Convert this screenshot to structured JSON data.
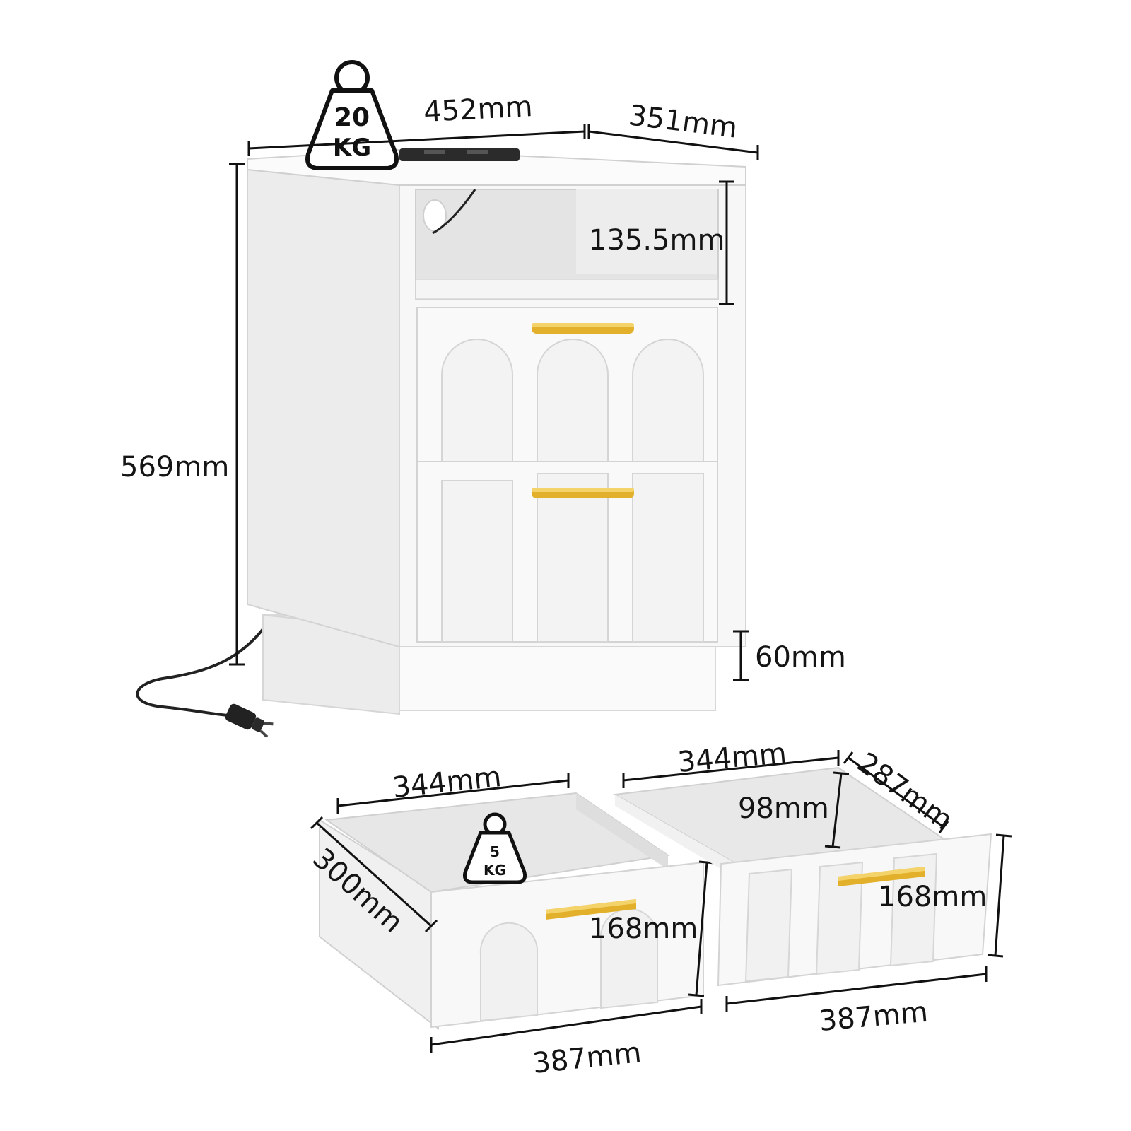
{
  "colors": {
    "panel": "#f6f6f6",
    "panel_shade": "#e9e9e9",
    "edge": "#cfcfcf",
    "handle": "#e6b630",
    "line": "#111111"
  },
  "icons": [
    "weight-icon",
    "power-strip-icon",
    "power-plug-icon",
    "drawer-handle-icon"
  ],
  "main_unit": {
    "width_label": "452mm",
    "depth_label": "351mm",
    "height_label": "569mm",
    "shelf_height_label": "135.5mm",
    "base_height_label": "60mm",
    "weight": {
      "value": "20",
      "unit": "KG"
    }
  },
  "drawer_left": {
    "inner_width_label": "344mm",
    "depth_label": "300mm",
    "front_height_label": "168mm",
    "front_width_label": "387mm",
    "weight": {
      "value": "5",
      "unit": "KG"
    }
  },
  "drawer_right": {
    "inner_width_label": "344mm",
    "depth_label": "287mm",
    "inner_height_label": "98mm",
    "front_height_label": "168mm",
    "front_width_label": "387mm"
  }
}
